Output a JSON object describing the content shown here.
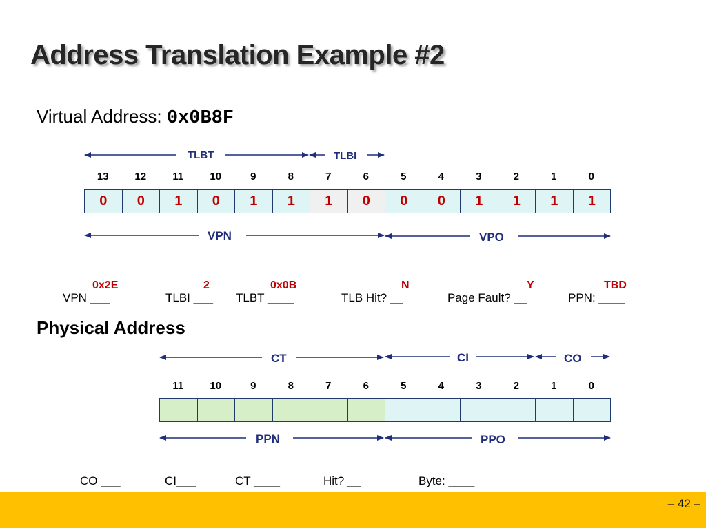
{
  "title": "Address Translation Example #2",
  "virtual": {
    "label": "Virtual Address:",
    "value": "0x0B8F",
    "tlbt_label": "TLBT",
    "tlbi_label": "TLBI",
    "vpn_label": "VPN",
    "vpo_label": "VPO",
    "bit_numbers": [
      "13",
      "12",
      "11",
      "10",
      "9",
      "8",
      "7",
      "6",
      "5",
      "4",
      "3",
      "2",
      "1",
      "0"
    ],
    "bits": [
      "0",
      "0",
      "1",
      "0",
      "1",
      "1",
      "1",
      "0",
      "0",
      "0",
      "1",
      "1",
      "1",
      "1"
    ]
  },
  "fields": {
    "vpn": {
      "label": "VPN ___",
      "answer": "0x2E"
    },
    "tlbi": {
      "label": "TLBI ___",
      "answer": "2"
    },
    "tlbt": {
      "label": "TLBT ____",
      "answer": "0x0B"
    },
    "tlbhit": {
      "label": "TLB Hit? __",
      "answer": "N"
    },
    "pagefault": {
      "label": "Page Fault? __",
      "answer": "Y"
    },
    "ppn": {
      "label": "PPN: ____",
      "answer": "TBD"
    }
  },
  "physical": {
    "label": "Physical Address",
    "ct_label": "CT",
    "ci_label": "CI",
    "co_label": "CO",
    "ppn_label": "PPN",
    "ppo_label": "PPO",
    "bit_numbers": [
      "11",
      "10",
      "9",
      "8",
      "7",
      "6",
      "5",
      "4",
      "3",
      "2",
      "1",
      "0"
    ],
    "bits": [
      "",
      "",
      "",
      "",
      "",
      "",
      "",
      "",
      "",
      "",
      "",
      ""
    ]
  },
  "bottom_fields": {
    "co": "CO ___",
    "ci": "CI___",
    "ct": "CT ____",
    "hit": "Hit? __",
    "byte": "Byte: ____"
  },
  "page_number": "– 42 –",
  "colors": {
    "bit_cell_light": "#dff5f5",
    "bit_cell_gray": "#f0f0f0",
    "bit_cell_green": "#d6efc9",
    "arrow": "#1f2d7a",
    "answer": "#c00000",
    "footer": "#ffc000"
  }
}
